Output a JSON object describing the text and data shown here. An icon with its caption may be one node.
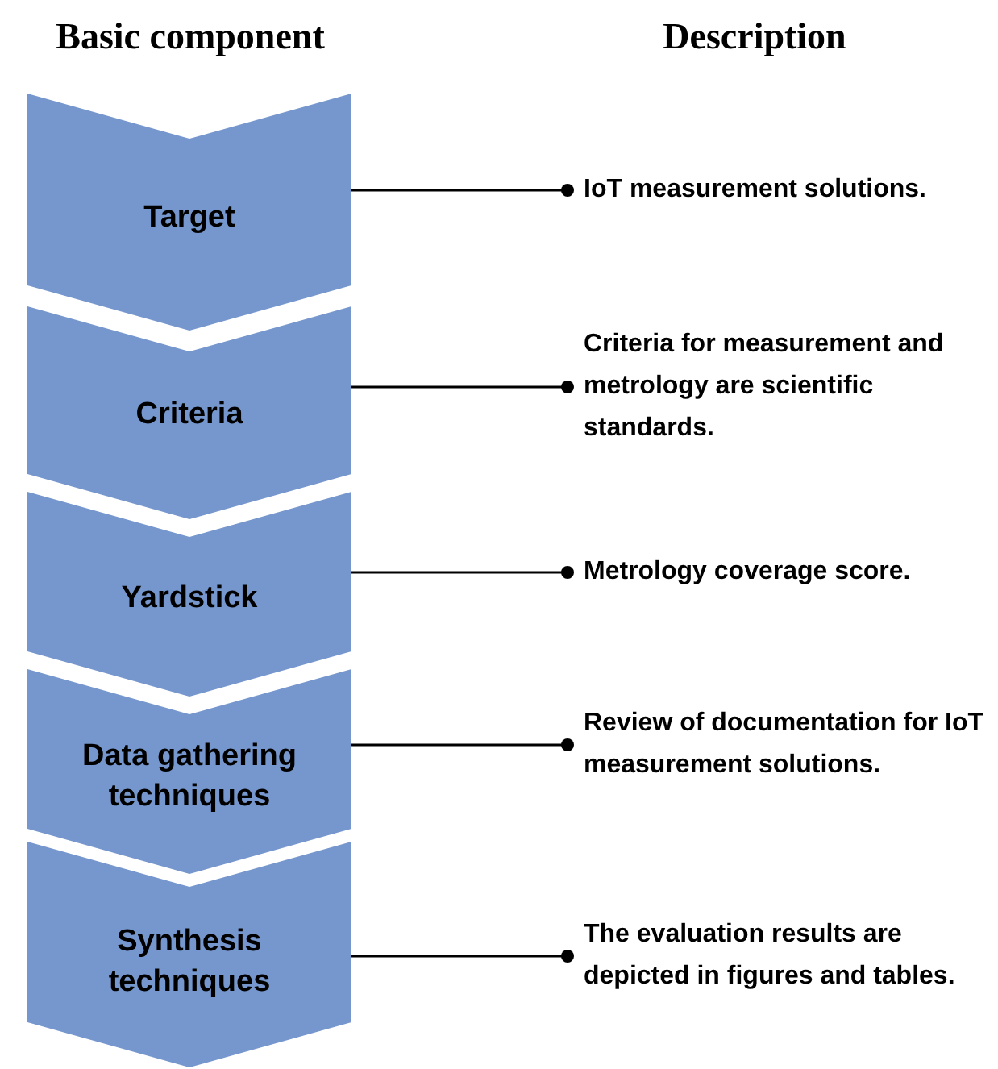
{
  "diagram": {
    "nodes": [
      {
        "text": [
          "Target"
        ]
      },
      {
        "text": [
          "Criteria"
        ]
      },
      {
        "text": [
          "Yardstick"
        ]
      },
      {
        "text": [
          "Data gathering techniques"
        ]
      },
      {
        "text": [
          "Synthesis techniques"
        ]
      },
      {
        "text": [
          "IoT measurement solutions."
        ]
      },
      {
        "text": [
          "Criteria for measurement and metrology are scientific standards."
        ]
      },
      {
        "text": [
          "Metrology coverage score."
        ]
      },
      {
        "text": [
          "Review of documentation for IoT measurement solutions."
        ]
      },
      {
        "text": [
          "The evaluation results are depicted in figures and tables."
        ]
      }
    ],
    "edges": [
      {
        "from": 0,
        "to": 5,
        "arrow": "other"
      },
      {
        "from": 1,
        "to": 6,
        "arrow": "other"
      },
      {
        "from": 2,
        "to": 7,
        "arrow": "other"
      },
      {
        "from": 3,
        "to": 8,
        "arrow": "other"
      },
      {
        "from": 4,
        "to": 9,
        "arrow": "other"
      }
    ],
    "labels": [
      "Basic component",
      "Description"
    ]
  }
}
